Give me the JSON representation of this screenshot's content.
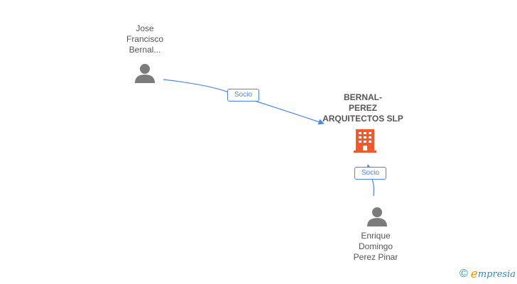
{
  "nodes": {
    "person_top": {
      "lines": [
        "Jose",
        "Francisco",
        "Bernal..."
      ],
      "icon": "person-icon"
    },
    "company": {
      "lines": [
        "BERNAL-",
        "PEREZ",
        "ARQUITECTOS SLP"
      ],
      "icon": "building-icon"
    },
    "person_bottom": {
      "lines": [
        "Enrique",
        "Domingo",
        "Perez Pinar"
      ],
      "icon": "person-icon"
    }
  },
  "edges": [
    {
      "label": "Socio",
      "from": "person_top",
      "to": "company"
    },
    {
      "label": "Socio",
      "from": "person_bottom",
      "to": "company"
    }
  ],
  "watermark": {
    "symbol": "©",
    "brand_initial": "e",
    "brand_rest": "mpresia"
  },
  "colors": {
    "edge": "#4a86e8",
    "company_icon": "#f4592b",
    "person_icon": "#7b7b7b",
    "text": "#555555"
  }
}
